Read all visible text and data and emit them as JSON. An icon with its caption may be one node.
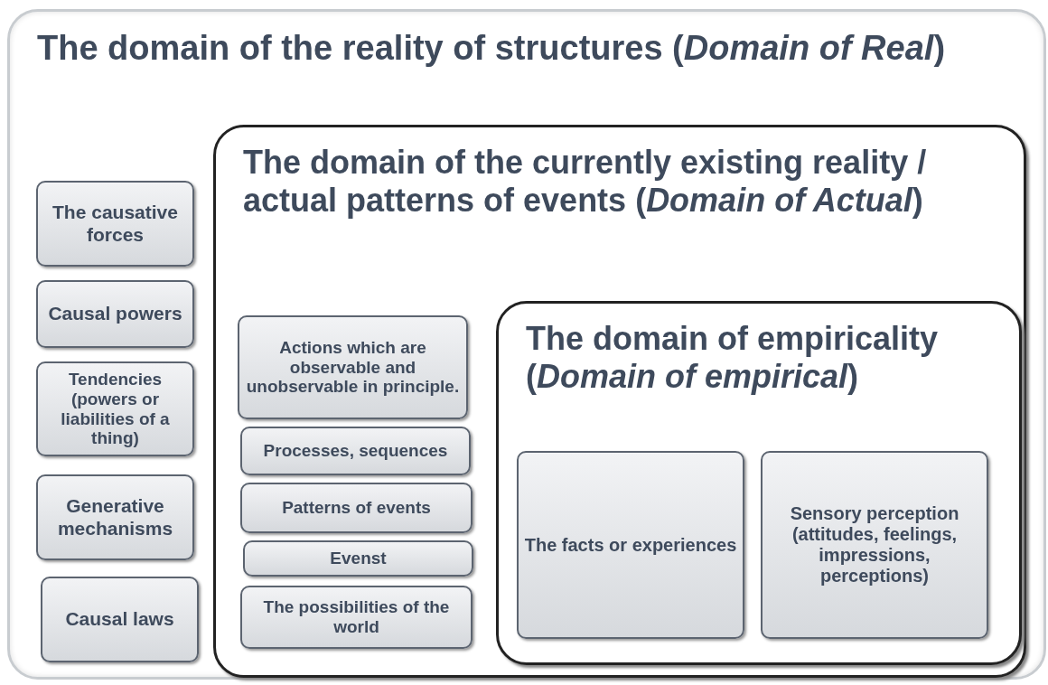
{
  "diagram": {
    "nodes": [
      {
        "text": [
          "The domain of the reality of structures (*Domain of Real*)"
        ]
      },
      {
        "text": [
          "The causative forces"
        ],
        "in": 0
      },
      {
        "text": [
          "Causal powers"
        ],
        "in": 0
      },
      {
        "text": [
          "Tendencies (powers or liabilities of a thing)"
        ],
        "in": 0
      },
      {
        "text": [
          "Generative mechanisms"
        ],
        "in": 0
      },
      {
        "text": [
          "Causal laws"
        ],
        "in": 0
      },
      {
        "text": [
          "The domain of the currently existing reality / actual patterns of events (*Domain of Actual*)"
        ],
        "in": 0
      },
      {
        "text": [
          "Actions which are observable and unobservable in principle."
        ],
        "in": 6
      },
      {
        "text": [
          "Processes, sequences"
        ],
        "in": 6
      },
      {
        "text": [
          "Patterns of events"
        ],
        "in": 6
      },
      {
        "text": [
          "Evenst"
        ],
        "in": 6
      },
      {
        "text": [
          "The possibilities of the world"
        ],
        "in": 6
      },
      {
        "text": [
          "The domain of empiricality (*Domain of empirical*)"
        ],
        "in": 6
      },
      {
        "text": [
          "The facts or experiences"
        ],
        "in": 12
      },
      {
        "text": [
          "Sensory perception (attitudes, feelings, impressions, perceptions)"
        ],
        "in": 12
      }
    ]
  }
}
